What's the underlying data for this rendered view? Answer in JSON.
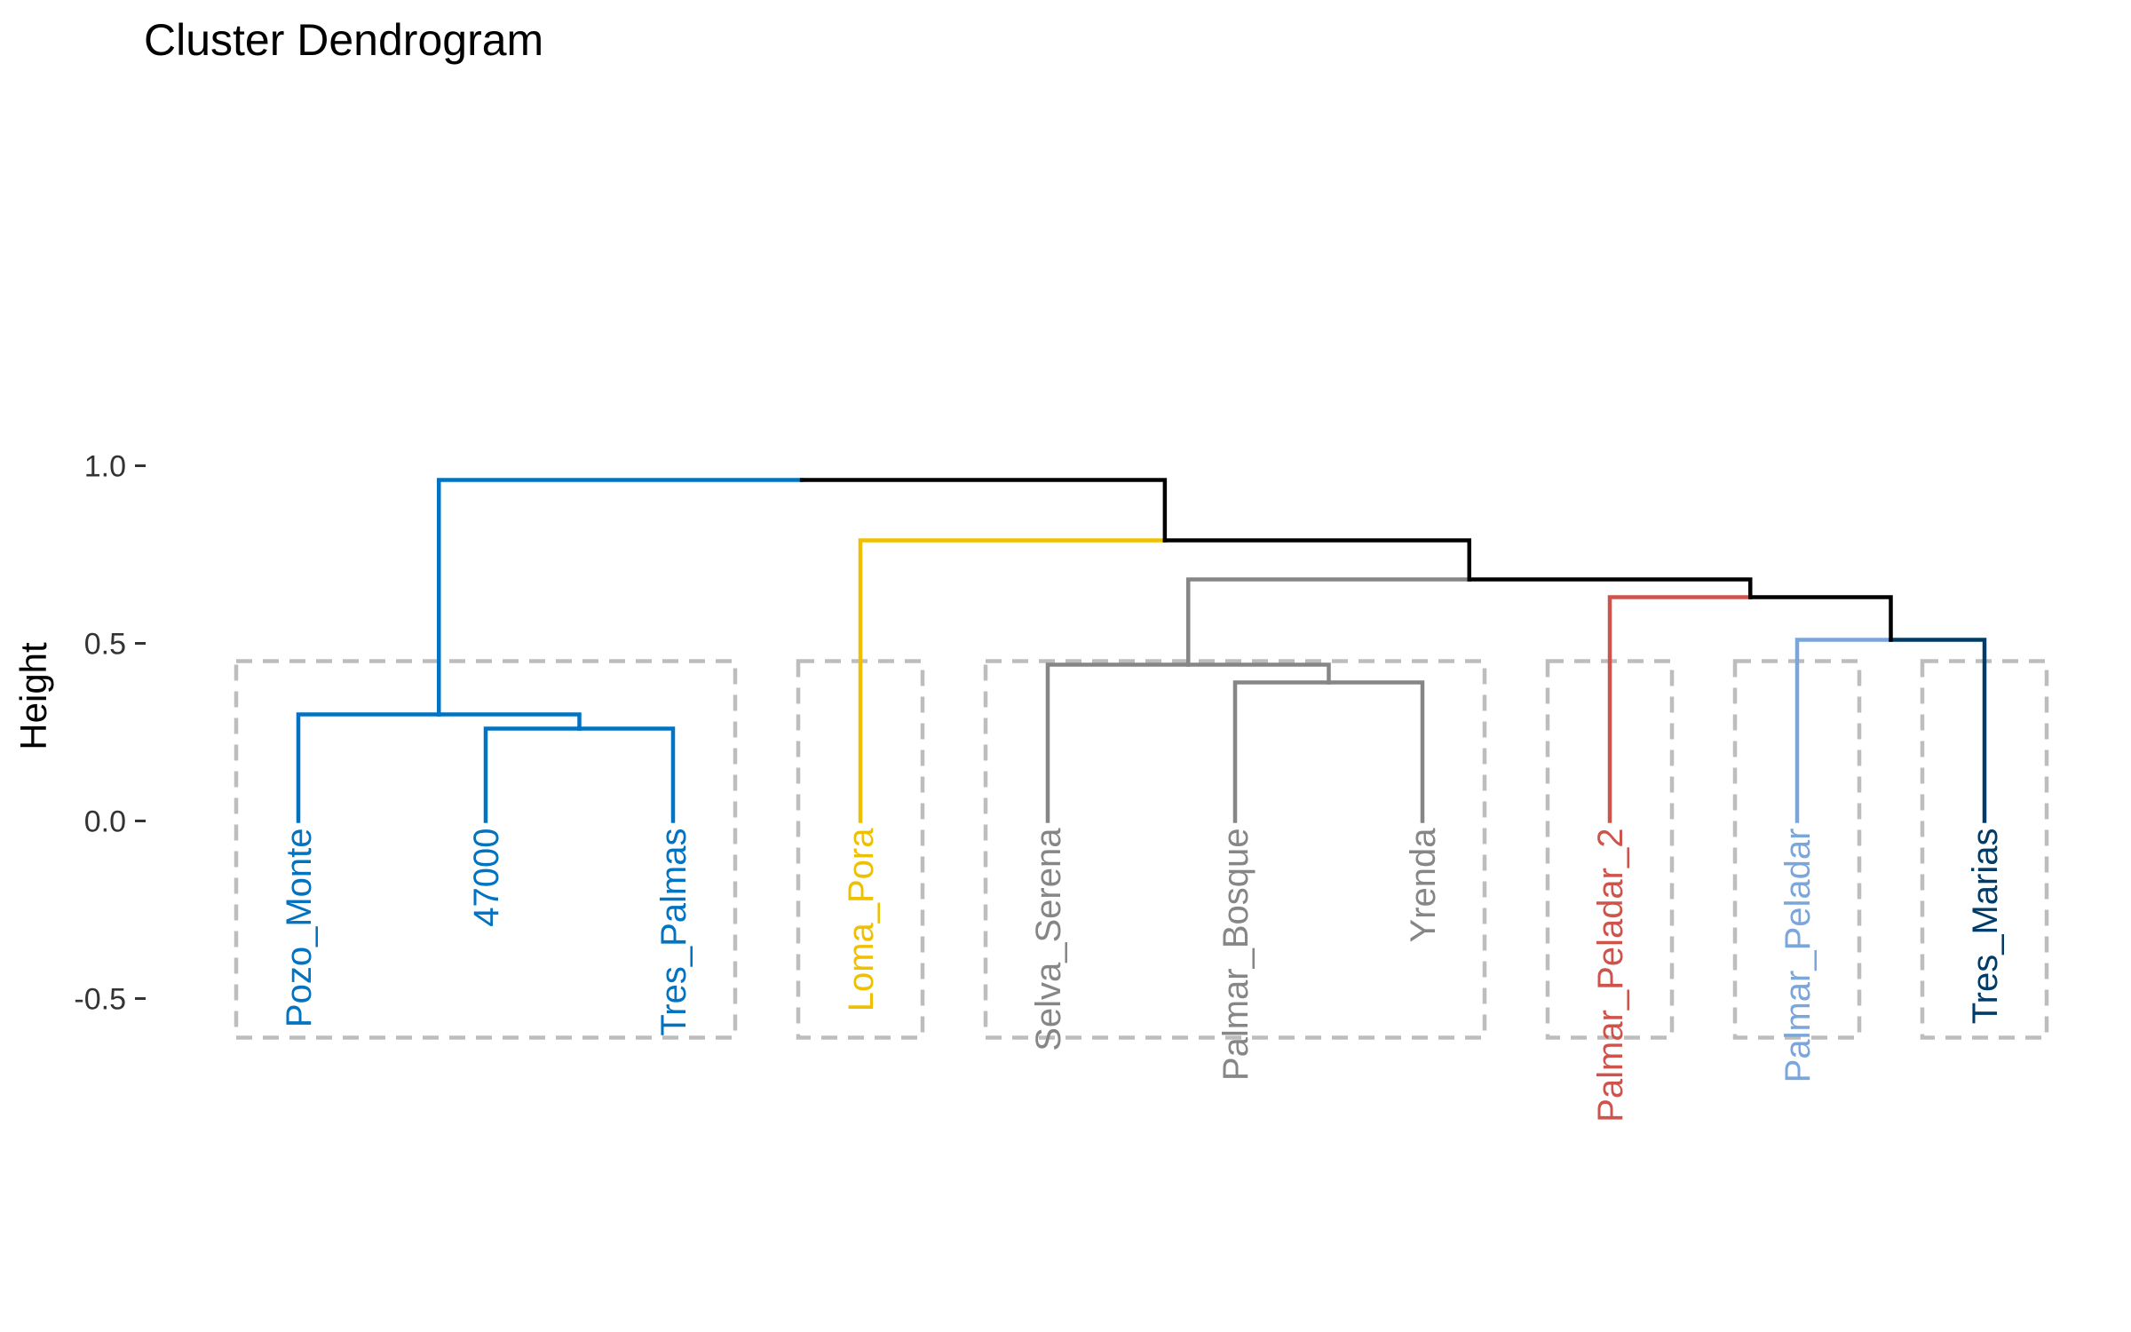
{
  "chart_data": {
    "type": "dendrogram",
    "title": "Cluster Dendrogram",
    "ylabel": "Height",
    "xlabel": "",
    "ylim": [
      -0.6,
      1.03
    ],
    "yticks": [
      1.0,
      0.5,
      0.0,
      -0.5
    ],
    "ytick_labels": [
      "1.0",
      "0.5",
      "0.0",
      "-0.5"
    ],
    "leaves": [
      {
        "label": "Pozo_Monte",
        "cluster": 0
      },
      {
        "label": "47000",
        "cluster": 0
      },
      {
        "label": "Tres_Palmas",
        "cluster": 0
      },
      {
        "label": "Loma_Pora",
        "cluster": 1
      },
      {
        "label": "Selva_Serena",
        "cluster": 2
      },
      {
        "label": "Palmar_Bosque",
        "cluster": 2
      },
      {
        "label": "Yrenda",
        "cluster": 2
      },
      {
        "label": "Palmar_Peladar_2",
        "cluster": 3
      },
      {
        "label": "Palmar_Peladar",
        "cluster": 4
      },
      {
        "label": "Tres_Marias",
        "cluster": 5
      }
    ],
    "clusters": [
      {
        "color": "#0073c2"
      },
      {
        "color": "#efc000"
      },
      {
        "color": "#868686"
      },
      {
        "color": "#cd534c"
      },
      {
        "color": "#7aa6dc"
      },
      {
        "color": "#003c67"
      }
    ],
    "merges": [
      {
        "id": "m1",
        "left": 1,
        "right": 2,
        "height": 0.26,
        "color": "#0073c2"
      },
      {
        "id": "m2",
        "left": 0,
        "right": "m1",
        "height": 0.3,
        "color": "#0073c2"
      },
      {
        "id": "m3",
        "left": 5,
        "right": 6,
        "height": 0.39,
        "color": "#868686"
      },
      {
        "id": "m4",
        "left": 4,
        "right": "m3",
        "height": 0.44,
        "color": "#868686"
      },
      {
        "id": "m5",
        "left": 8,
        "right": 9,
        "height": 0.51,
        "color": "#003c67",
        "left_color": "#7aa6dc",
        "right_color": "#003c67"
      },
      {
        "id": "m6",
        "left": 7,
        "right": "m5",
        "height": 0.63,
        "color": "#000000",
        "left_color": "#cd534c",
        "right_color": "#000000"
      },
      {
        "id": "m7",
        "left": "m4",
        "right": "m6",
        "height": 0.68,
        "color": "#000000",
        "left_color": "#868686",
        "right_color": "#000000"
      },
      {
        "id": "m8",
        "left": 3,
        "right": "m7",
        "height": 0.79,
        "color": "#000000",
        "left_color": "#efc000",
        "right_color": "#000000"
      },
      {
        "id": "m9",
        "left": "m2",
        "right": "m8",
        "height": 0.96,
        "color": "#000000",
        "left_color": "#0073c2",
        "right_color": "#000000"
      }
    ],
    "rect_bottom": -0.61,
    "rect_dash": "dashed",
    "rect_color": "#bdbdbd"
  }
}
